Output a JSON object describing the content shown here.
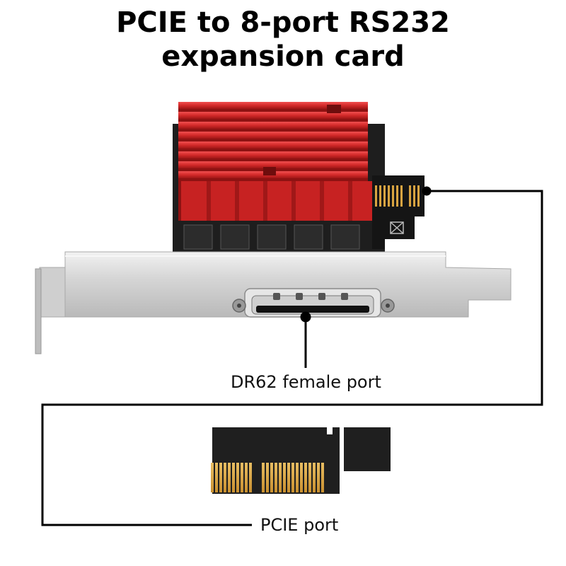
{
  "title": {
    "line1": "PCIE to 8-port RS232",
    "line2": "expansion card"
  },
  "callouts": {
    "dr62_port": "DR62 female port",
    "pcie_port": "PCIE port"
  },
  "colors": {
    "heatsink": "#d42a2a",
    "bracket": "#d4d4d4",
    "pcb": "#1c1c1c",
    "gold_contacts": "#d9a441",
    "callout_line": "#000000"
  }
}
